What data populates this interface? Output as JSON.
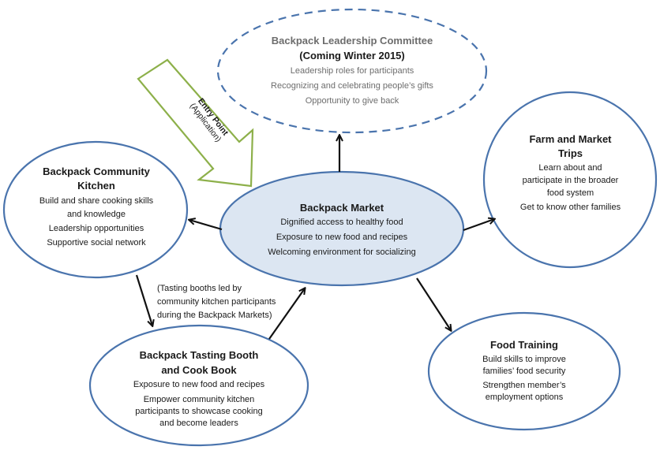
{
  "diagram": {
    "colors": {
      "node_outline": "#4a74ad",
      "center_fill": "#dce6f2",
      "arrow": "#111111",
      "entry_arrow": "#8db04a",
      "muted_text": "#6d6d6d"
    },
    "entry_point": {
      "title": "Entry Point",
      "subtitle": "(Application)"
    },
    "nodes": {
      "leadership": {
        "title": "Backpack Leadership Committee",
        "subtitle": "(Coming Winter 2015)",
        "items": [
          "Leadership roles for participants",
          "Recognizing and celebrating people’s gifts",
          "Opportunity to give back"
        ],
        "style": "dashed"
      },
      "kitchen": {
        "title_lines": [
          "Backpack Community",
          "Kitchen"
        ],
        "items": [
          [
            "Build and share cooking skills",
            "and knowledge"
          ],
          [
            "Leadership opportunities"
          ],
          [
            "Supportive social network"
          ]
        ]
      },
      "market": {
        "title": "Backpack Market",
        "items": [
          "Dignified access to healthy food",
          "Exposure to new food and recipes",
          "Welcoming environment for socializing"
        ]
      },
      "farm": {
        "title_lines": [
          "Farm and Market",
          "Trips"
        ],
        "items": [
          [
            "Learn about and",
            "participate in the broader",
            "food system"
          ],
          [
            "Get to know other families"
          ]
        ]
      },
      "tasting": {
        "title_lines": [
          "Backpack Tasting Booth",
          "and Cook Book"
        ],
        "items": [
          [
            "Exposure to new food and recipes"
          ],
          [
            "Empower community kitchen",
            "participants to showcase cooking",
            "and become leaders"
          ]
        ]
      },
      "training": {
        "title": "Food Training",
        "items": [
          [
            "Build skills to improve",
            "families’ food security"
          ],
          [
            "Strengthen member’s",
            "employment options"
          ]
        ]
      }
    },
    "annotation": [
      "(Tasting booths led by",
      "community kitchen participants",
      "during the Backpack Markets)"
    ],
    "connections": [
      {
        "from": "market",
        "to": "leadership"
      },
      {
        "from": "market",
        "to": "kitchen"
      },
      {
        "from": "market",
        "to": "farm"
      },
      {
        "from": "market",
        "to": "training"
      },
      {
        "from": "kitchen",
        "to": "tasting"
      },
      {
        "from": "tasting",
        "to": "market"
      }
    ]
  }
}
